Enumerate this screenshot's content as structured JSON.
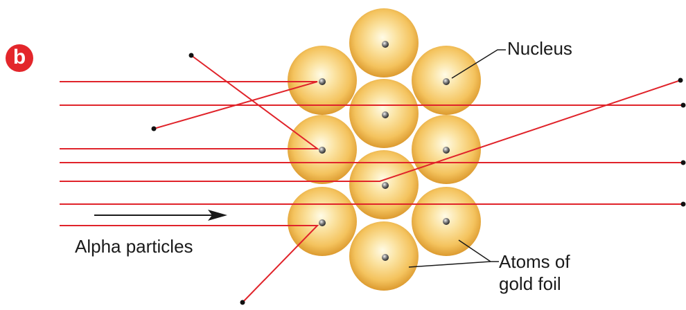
{
  "panel_badge": "b",
  "labels": {
    "nucleus": "Nucleus",
    "alpha": "Alpha particles",
    "atoms_line1": "Atoms of",
    "atoms_line2": "gold foil"
  },
  "colors": {
    "ray": "#e0232a",
    "atom_light": "#fff3c8",
    "atom_mid": "#f8cf72",
    "atom_dark": "#e3a33a",
    "nucleus": "#5a5a5a",
    "badge": "#e3262b"
  }
}
